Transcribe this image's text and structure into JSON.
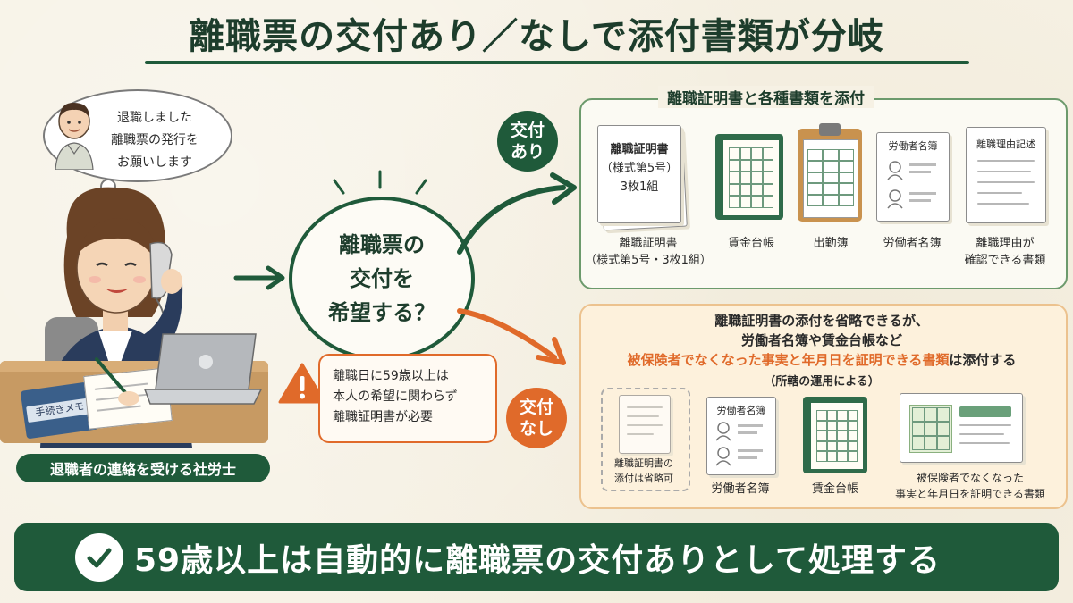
{
  "title": "離職票の交付あり／なしで添付書類が分岐",
  "speech_bubble": {
    "lines": [
      "退職しました",
      "離職票の発行を",
      "お願いします"
    ]
  },
  "actor_caption": "退職者の連絡を受ける社労士",
  "memo_book_label": "手続きメモ",
  "decision": {
    "lines": [
      "離職票の",
      "交付を",
      "希望する？"
    ]
  },
  "warning": {
    "lines": [
      "離職日に59歳以上は",
      "本人の希望に関わらず",
      "離職証明書が必要"
    ]
  },
  "branch_yes": {
    "badge": [
      "交付",
      "あり"
    ],
    "panel_title": "離職証明書と各種書類を添付",
    "certificate_doc": {
      "lines": [
        "離職証明書",
        "（様式第5号）",
        "3枚1組"
      ]
    },
    "roster_header": "労働者名簿",
    "reason_doc_header": "離職理由記述",
    "items": [
      {
        "label": "離職証明書\n（様式第5号・3枚1組）"
      },
      {
        "label": "賃金台帳"
      },
      {
        "label": "出勤簿"
      },
      {
        "label": "労働者名簿"
      },
      {
        "label": "離職理由が\n確認できる書類"
      }
    ]
  },
  "branch_no": {
    "badge": [
      "交付",
      "なし"
    ],
    "text_lines": [
      "離職証明書の添付を省略できるが、",
      "労働者名簿や賃金台帳など"
    ],
    "highlight": "被保険者でなくなった事実と年月日を証明できる書類",
    "highlight_suffix": "は添付する",
    "note": "（所轄の運用による）",
    "roster_header": "労働者名簿",
    "items": [
      {
        "label": "離職証明書の\n添付は省略可"
      },
      {
        "label": "労働者名簿"
      },
      {
        "label": "賃金台帳"
      },
      {
        "label": "被保険者でなくなった\n事実と年月日を証明できる書類"
      }
    ]
  },
  "conclusion": "59歳以上は自動的に離職票の交付ありとして処理する",
  "colors": {
    "green": "#1f5a3a",
    "orange": "#e06a2a",
    "background": "#f6f1e4"
  }
}
